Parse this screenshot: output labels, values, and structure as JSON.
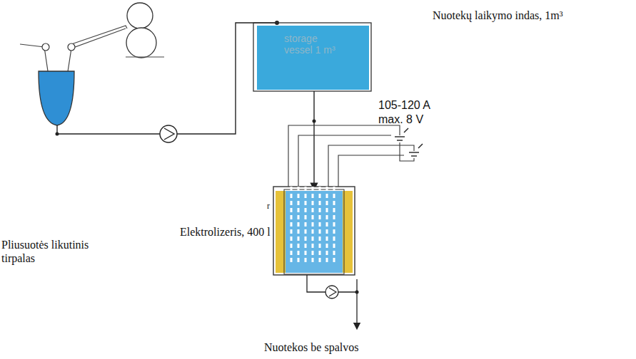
{
  "diagram": {
    "nodes": [
      {
        "text": [
          "storage vessel 1 m³"
        ]
      }
    ],
    "labels": [
      "Nuotekų laikymo indas, 1m³",
      "105-120 A",
      "max. 8 V",
      "Pliusuotės likutinis tirpalas",
      "Elektrolizeris, 400 l",
      "r",
      "Nuotekos be spalvos"
    ]
  }
}
